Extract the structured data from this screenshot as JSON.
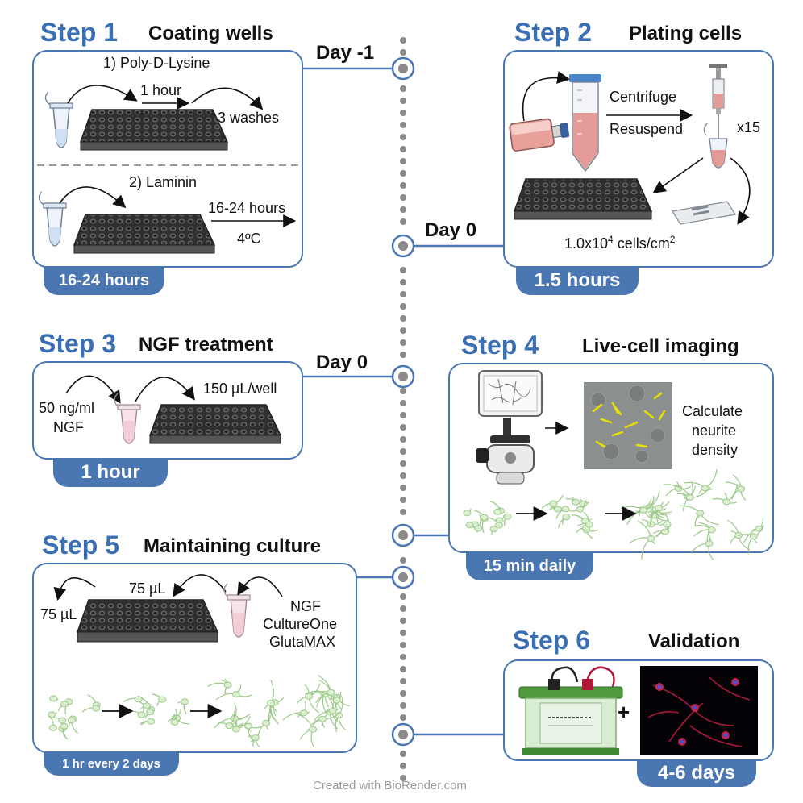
{
  "steps": [
    {
      "num": "Step 1",
      "title": "Coating wells",
      "duration": "16-24 hours",
      "labels": {
        "a": "1) Poly-D-Lysine",
        "b": "1 hour",
        "c": "3 washes",
        "d": "2) Laminin",
        "e": "16-24 hours",
        "f": "4ºC"
      }
    },
    {
      "num": "Step 2",
      "title": "Plating cells",
      "duration": "1.5 hours",
      "labels": {
        "a": "Centrifuge",
        "b": "Resuspend",
        "c": "x15",
        "d": "1.0x10",
        "e": "4",
        "f": " cells/cm",
        "g": "2"
      }
    },
    {
      "num": "Step 3",
      "title": "NGF treatment",
      "duration": "1 hour",
      "labels": {
        "a": "50 ng/ml",
        "b": "NGF",
        "c": "150 µL/well"
      }
    },
    {
      "num": "Step 4",
      "title": "Live-cell imaging",
      "duration": "15 min daily",
      "labels": {
        "a": "Calculate",
        "b": "neurite",
        "c": "density"
      }
    },
    {
      "num": "Step 5",
      "title": "Maintaining culture",
      "duration": "1 hr every 2 days",
      "labels": {
        "a": "75 µL",
        "b": "75 µL",
        "c": "NGF",
        "d": "CultureOne",
        "e": "GlutaMAX"
      }
    },
    {
      "num": "Step 6",
      "title": "Validation",
      "duration": "4-6 days",
      "labels": {
        "a": "+"
      }
    }
  ],
  "days": {
    "d1": "Day -1",
    "d2": "Day 0",
    "d3": "Day 0"
  },
  "credit": "Created with BioRender.com",
  "colors": {
    "accent": "#4a76b2",
    "step_text": "#3b6fb3",
    "timeline": "#8a8a8a",
    "cell_green": "#9cc98a"
  }
}
